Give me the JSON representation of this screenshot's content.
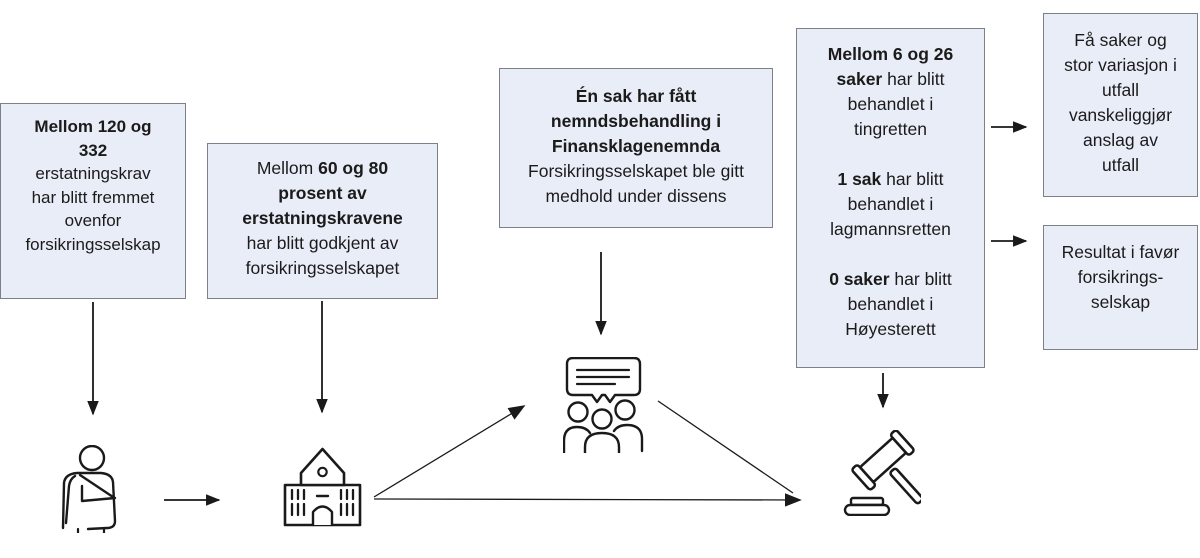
{
  "figure": {
    "type": "flowchart",
    "language": "norwegian",
    "topic": "insurance claims legal process"
  },
  "colors": {
    "background": "#ffffff",
    "box_fill": "#e9edf8",
    "box_border": "#7b8089",
    "text": "#1b1b1b",
    "arrow": "#1a1a1a",
    "icon_stroke": "#1a1a1a"
  },
  "icons": {
    "person": "injured-person-with-arm-sling",
    "building": "insurance-company-building",
    "committee": "complaints-board-people-with-speech-bubble",
    "court": "gavel-with-sound-block"
  },
  "boxes": {
    "claims": {
      "lines": [
        [
          {
            "t": "Mellom 120 og",
            "b": true
          }
        ],
        [
          {
            "t": "332",
            "b": true
          }
        ],
        [
          {
            "t": "erstatningskrav"
          }
        ],
        [
          {
            "t": "har blitt fremmet"
          }
        ],
        [
          {
            "t": "ovenfor"
          }
        ],
        [
          {
            "t": "forsikringsselskap"
          }
        ]
      ]
    },
    "approved": {
      "lines": [
        [
          {
            "t": "Mellom "
          },
          {
            "t": "60 og 80",
            "b": true
          }
        ],
        [
          {
            "t": "prosent av",
            "b": true
          }
        ],
        [
          {
            "t": "erstatningskravene",
            "b": true
          }
        ],
        [
          {
            "t": "har blitt godkjent av"
          }
        ],
        [
          {
            "t": "forsikringsselskapet"
          }
        ]
      ]
    },
    "board": {
      "lines": [
        [
          {
            "t": "Én sak har fått",
            "b": true
          }
        ],
        [
          {
            "t": "nemndsbehandling i",
            "b": true
          }
        ],
        [
          {
            "t": "Finansklagenemnda",
            "b": true
          }
        ],
        [
          {
            "t": "Forsikringsselskapet ble gitt"
          }
        ],
        [
          {
            "t": "medhold under dissens"
          }
        ]
      ]
    },
    "courts": {
      "paragraphs": [
        {
          "lines": [
            [
              {
                "t": "Mellom 6 og 26",
                "b": true
              }
            ],
            [
              {
                "t": "saker",
                "b": true
              },
              {
                "t": " har blitt"
              }
            ],
            [
              {
                "t": "behandlet i"
              }
            ],
            [
              {
                "t": "tingretten"
              }
            ]
          ]
        },
        {
          "lines": [
            [
              {
                "t": "1 sak",
                "b": true
              },
              {
                "t": " har blitt"
              }
            ],
            [
              {
                "t": "behandlet i"
              }
            ],
            [
              {
                "t": "lagmannsretten"
              }
            ]
          ]
        },
        {
          "lines": [
            [
              {
                "t": "0 saker",
                "b": true
              },
              {
                "t": " har blitt"
              }
            ],
            [
              {
                "t": "behandlet i"
              }
            ],
            [
              {
                "t": "Høyesterett"
              }
            ]
          ]
        }
      ]
    },
    "few_cases": {
      "lines": [
        [
          {
            "t": "Få saker og"
          }
        ],
        [
          {
            "t": "stor variasjon i"
          }
        ],
        [
          {
            "t": "utfall"
          }
        ],
        [
          {
            "t": "vanskeliggjør"
          }
        ],
        [
          {
            "t": "anslag av"
          }
        ],
        [
          {
            "t": "utfall"
          }
        ]
      ]
    },
    "result": {
      "lines": [
        [
          {
            "t": "Resultat i favør"
          }
        ],
        [
          {
            "t": "forsikrings-"
          }
        ],
        [
          {
            "t": "selskap"
          }
        ]
      ]
    }
  }
}
